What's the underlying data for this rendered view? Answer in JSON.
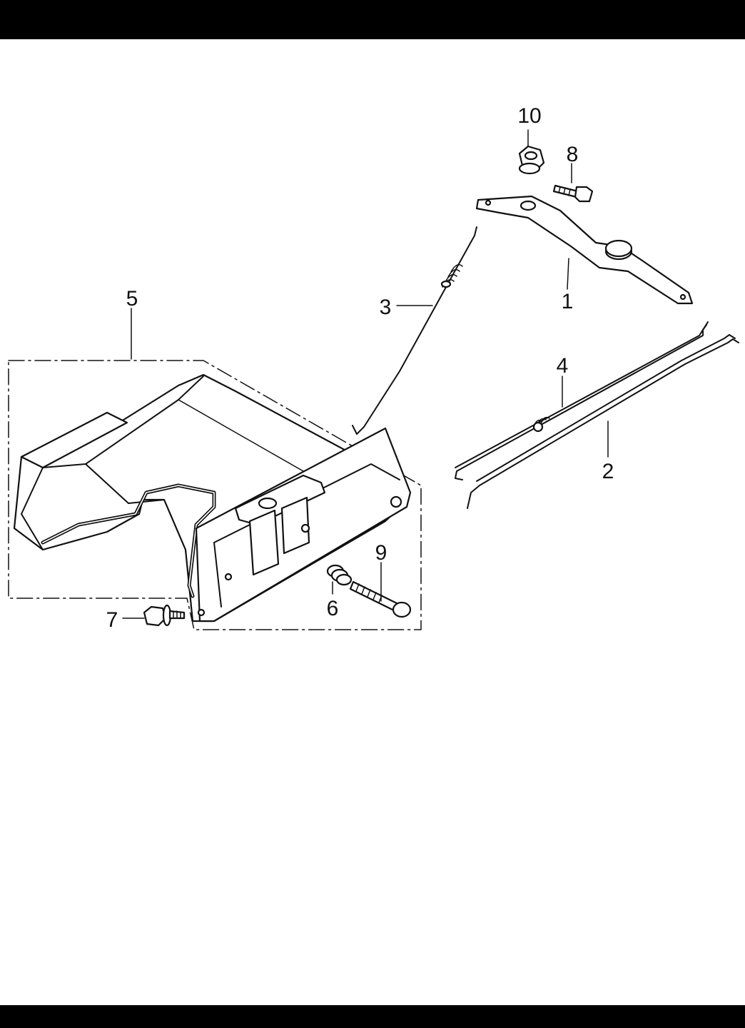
{
  "callouts": {
    "p1": "1",
    "p2": "2",
    "p3": "3",
    "p4": "4",
    "p5": "5",
    "p6": "6",
    "p7": "7",
    "p8": "8",
    "p9": "9",
    "p10": "10"
  },
  "colors": {
    "ink": "#111111",
    "paper": "#ffffff",
    "frame_bars": "#000000"
  }
}
